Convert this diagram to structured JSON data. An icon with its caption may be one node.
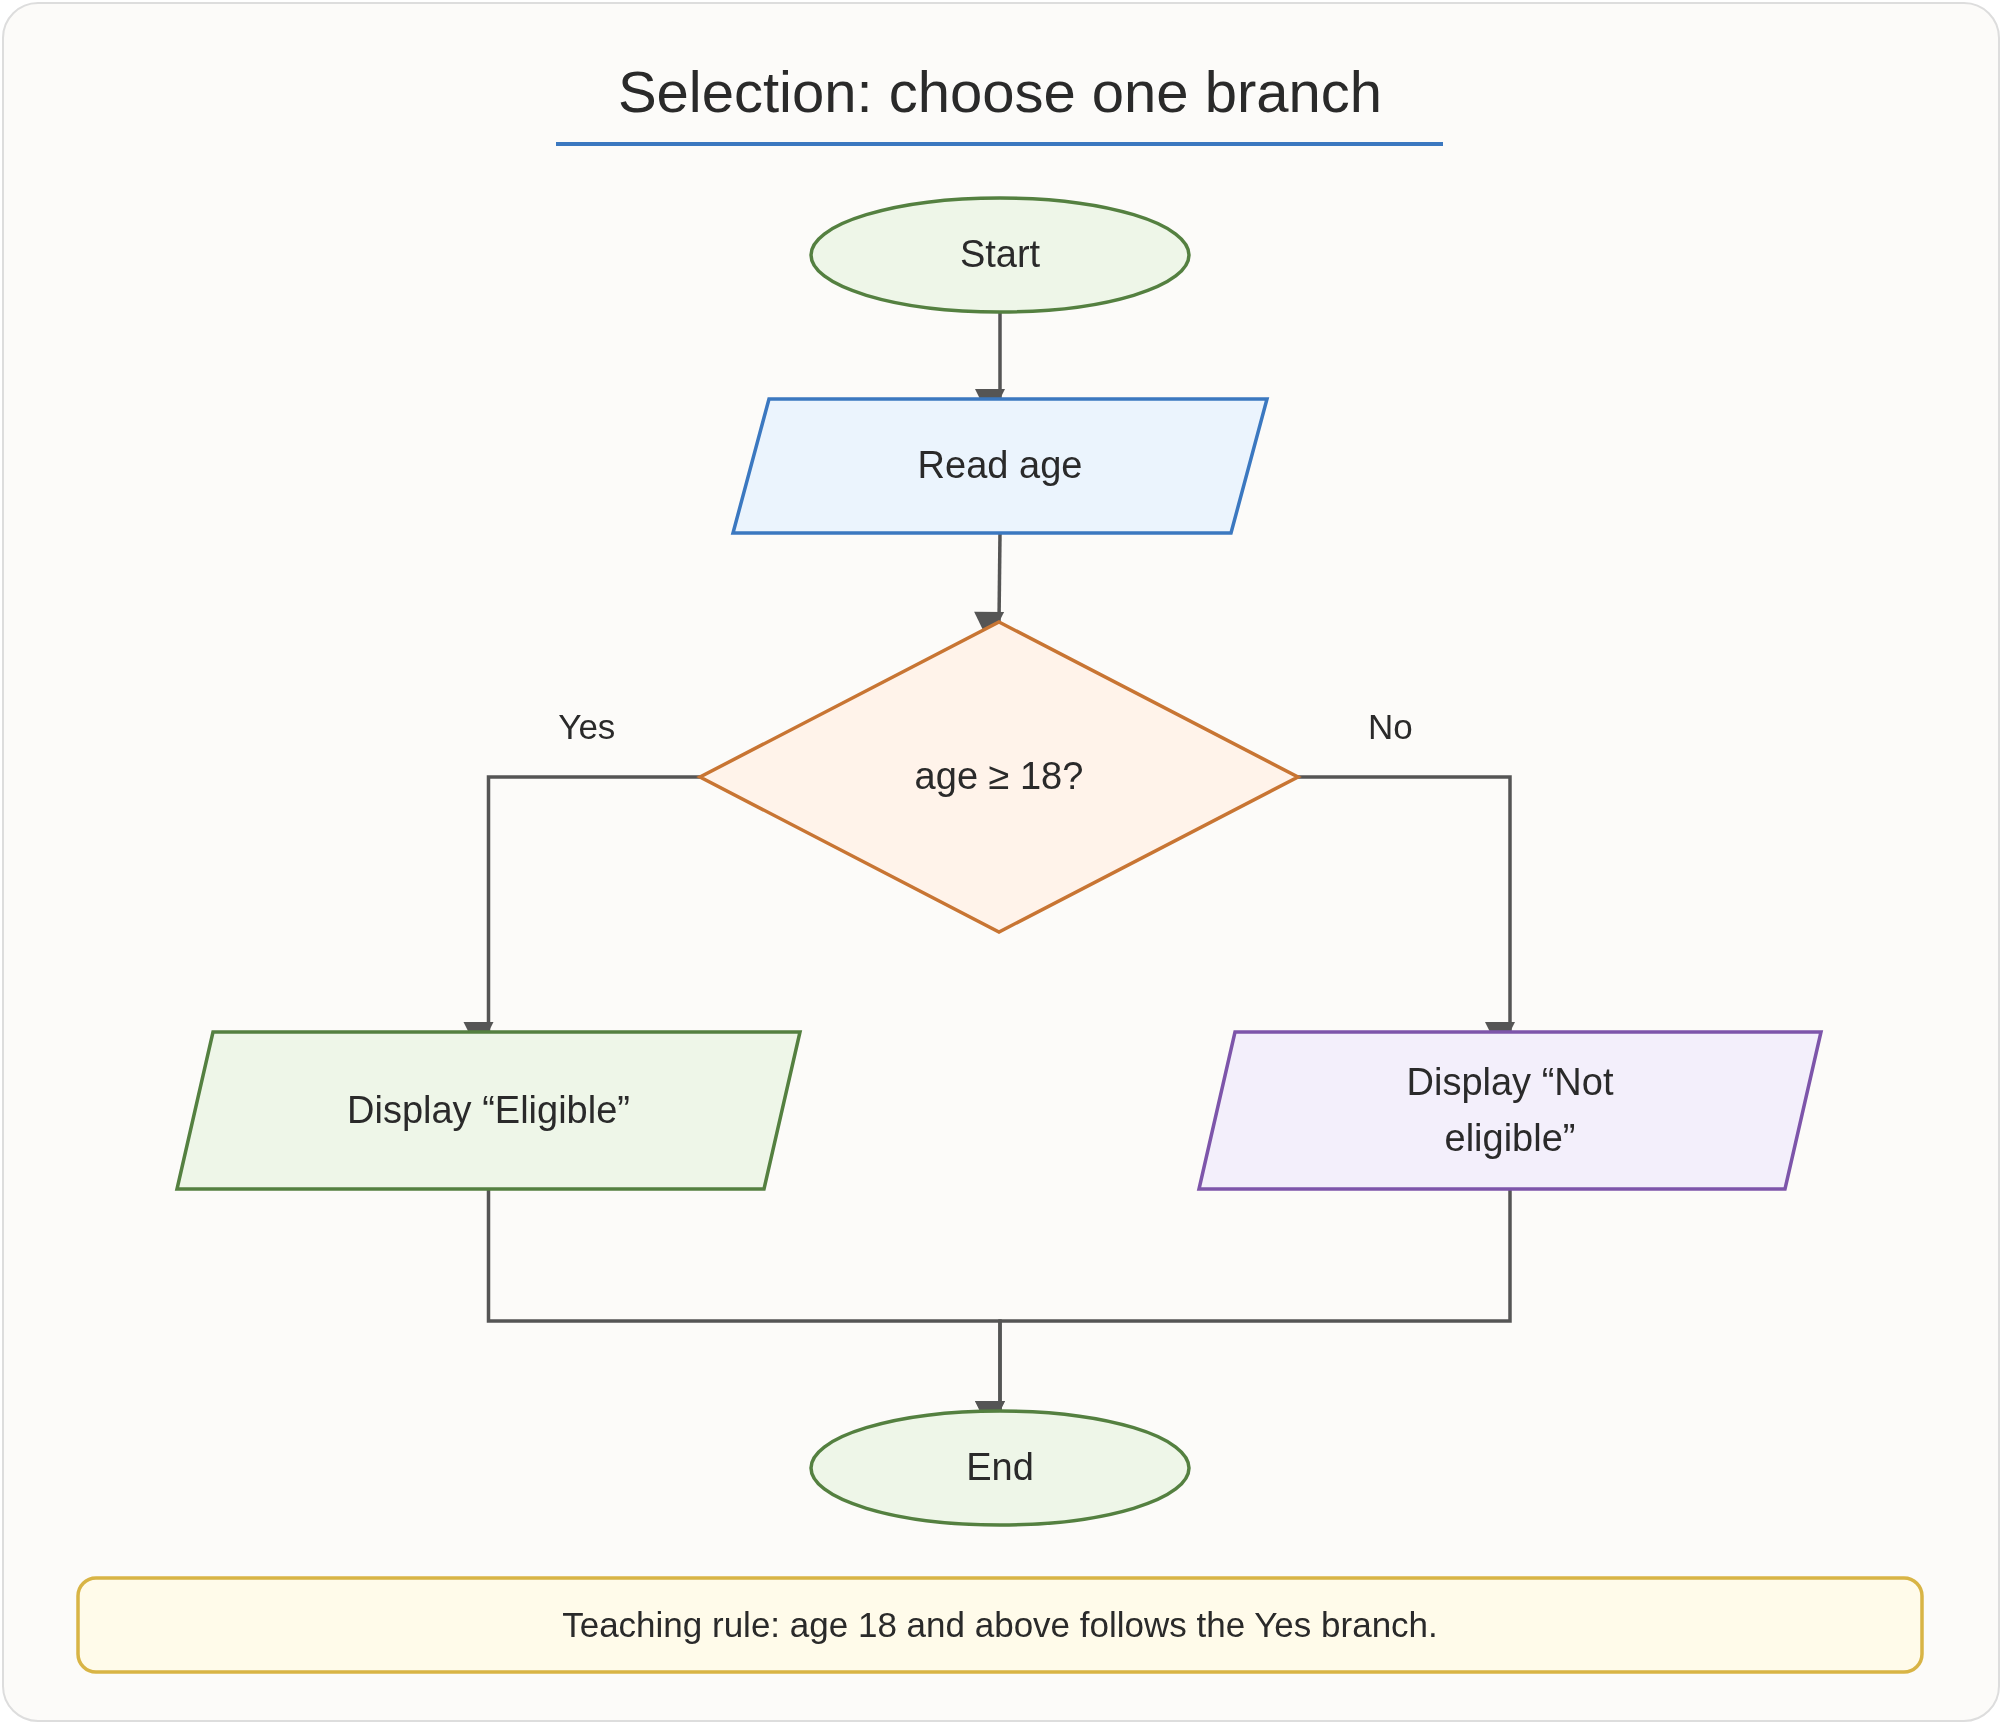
{
  "diagram": {
    "title": "Selection: choose one branch",
    "nodes": [
      {
        "text": [
          "Start"
        ]
      },
      {
        "text": [
          "Read age"
        ]
      },
      {
        "text": [
          "age ≥ 18?"
        ]
      },
      {
        "text": [
          "Display “Eligible”"
        ]
      },
      {
        "text": [
          "Display “Not eligible”"
        ]
      },
      {
        "text": [
          "End"
        ]
      },
      {
        "text": [
          "Teaching rule: age 18 and above follows the Yes branch."
        ]
      }
    ],
    "edges": [
      {
        "from": 0,
        "to": 1,
        "arrow": "to"
      },
      {
        "from": 1,
        "to": 2,
        "arrow": "to"
      },
      {
        "from": 2,
        "to": 3,
        "arrow": "to",
        "label": "Yes"
      },
      {
        "from": 2,
        "to": 4,
        "arrow": "to",
        "label": "No"
      },
      {
        "from": 3,
        "to": 5,
        "arrow": "to"
      },
      {
        "from": 4,
        "to": 5,
        "arrow": "to"
      }
    ]
  }
}
